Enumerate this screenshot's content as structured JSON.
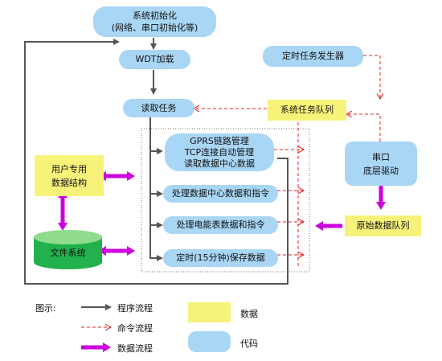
{
  "nodes": {
    "init": {
      "line1": "系统初始化",
      "line2": "(网络、串口初始化等)"
    },
    "wdt": "WDT加载",
    "read_task": "读取任务",
    "timer_gen": "定时任务发生器",
    "sys_queue": "系统任务队列",
    "gprs": {
      "line1": "GPRS链路管理",
      "line2": "TCP连接自动管理",
      "line3": "读取数据中心数据"
    },
    "proc_center": "处理数据中心数据和指令",
    "proc_meter": "处理电能表数据和指令",
    "timed_save": "定时(15分钟)保存数据",
    "user_struct": {
      "line1": "用户专用",
      "line2": "数据结构"
    },
    "file_sys": "文件系统",
    "serial": {
      "line1": "串口",
      "line2": "底层驱动"
    },
    "raw_queue": "原始数据队列"
  },
  "legend": {
    "title": "图示:",
    "program_flow": "程序流程",
    "command_flow": "命令流程",
    "data_flow": "数据流程",
    "data_label": "数据",
    "code_label": "代码"
  },
  "colors": {
    "code": "#a9d6f5",
    "data": "#f7f37a",
    "program_arrow": "#555555",
    "command_arrow": "#e02020",
    "data_arrow": "#cc00dd"
  }
}
